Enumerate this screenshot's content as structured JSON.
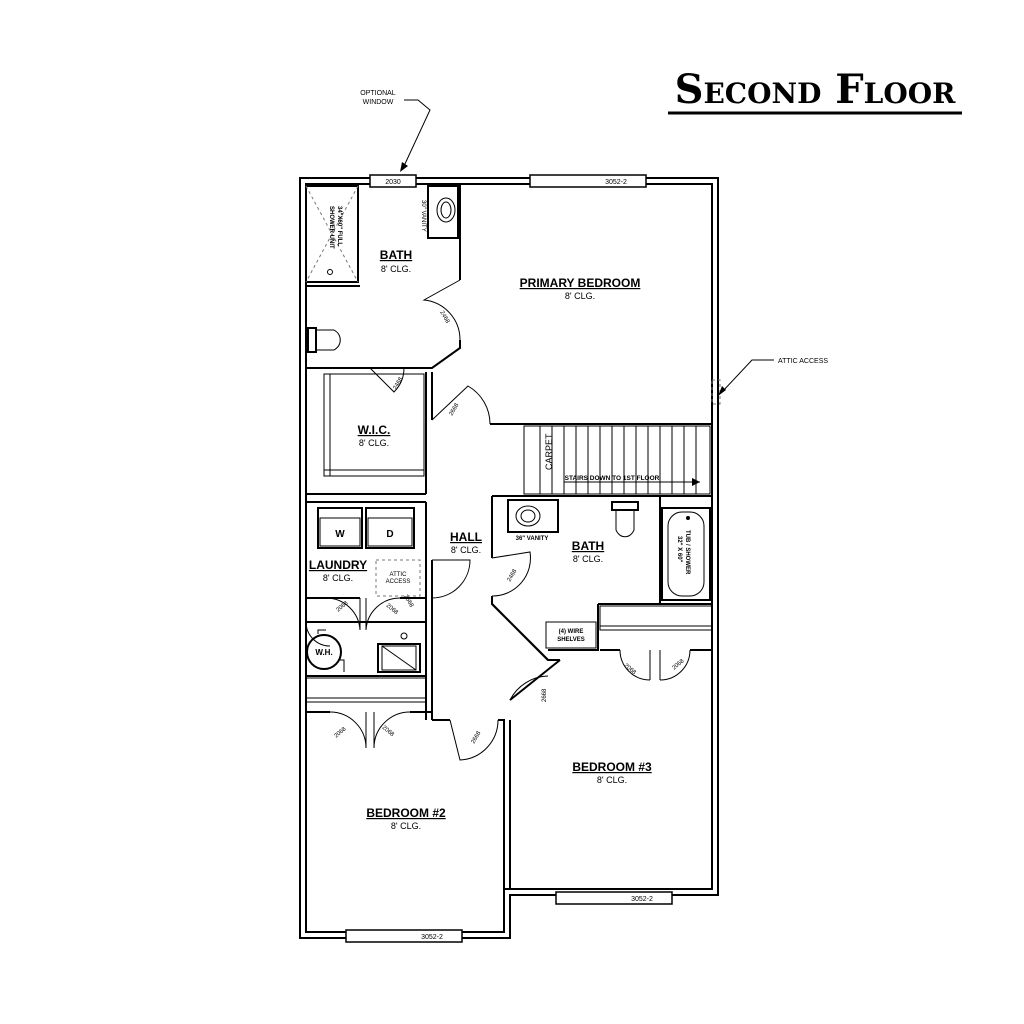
{
  "title": "Second Floor",
  "notes": {
    "optional_window": [
      "OPTIONAL",
      "WINDOW"
    ],
    "attic_access": "ATTIC ACCESS",
    "stairs": "STAIRS DOWN TO 1ST FLOOR",
    "carpet": "CARPET"
  },
  "rooms": {
    "bath1": {
      "name": "BATH",
      "clg": "8' CLG."
    },
    "primary": {
      "name": "PRIMARY BEDROOM",
      "clg": "8' CLG."
    },
    "wic": {
      "name": "W.I.C.",
      "clg": "8' CLG."
    },
    "hall": {
      "name": "HALL",
      "clg": "8' CLG."
    },
    "bath2": {
      "name": "BATH",
      "clg": "8' CLG."
    },
    "laundry": {
      "name": "LAUNDRY",
      "clg": "8' CLG."
    },
    "bedroom2": {
      "name": "BEDROOM #2",
      "clg": "8' CLG."
    },
    "bedroom3": {
      "name": "BEDROOM #3",
      "clg": "8' CLG."
    }
  },
  "fixtures": {
    "shower": [
      "34\"X60\" FULL",
      "SHOWER UNIT"
    ],
    "vanity30": "30\" VANITY",
    "vanity36": "36\" VANITY",
    "tub": [
      "32\" X 60\"",
      "TUB / SHOWER"
    ],
    "washer": "W",
    "dryer": "D",
    "wh": "W.H.",
    "attic_access_laundry": [
      "ATTIC",
      "ACCESS"
    ],
    "wire_shelves": [
      "(4) WIRE",
      "SHELVES"
    ]
  },
  "windows": {
    "w2030": "2030",
    "w3052_primary": "3052-2",
    "w3052_bed3": "3052-2",
    "w3052_bed2": "3052-2"
  },
  "doors": {
    "bath1_door": "2468",
    "wic_door": "2468",
    "primary_door": "2668",
    "laundry_door": "2668",
    "closet_left": "2068",
    "closet_right": "2068",
    "wh_door": "2068",
    "bed2_closet_left": "2068",
    "bed2_closet_right": "2068",
    "bed2_door": "2668",
    "bath2_door": "2468",
    "bed3_door": "2668",
    "bed3_closet_left": "2068",
    "bed3_closet_right": "2068"
  }
}
